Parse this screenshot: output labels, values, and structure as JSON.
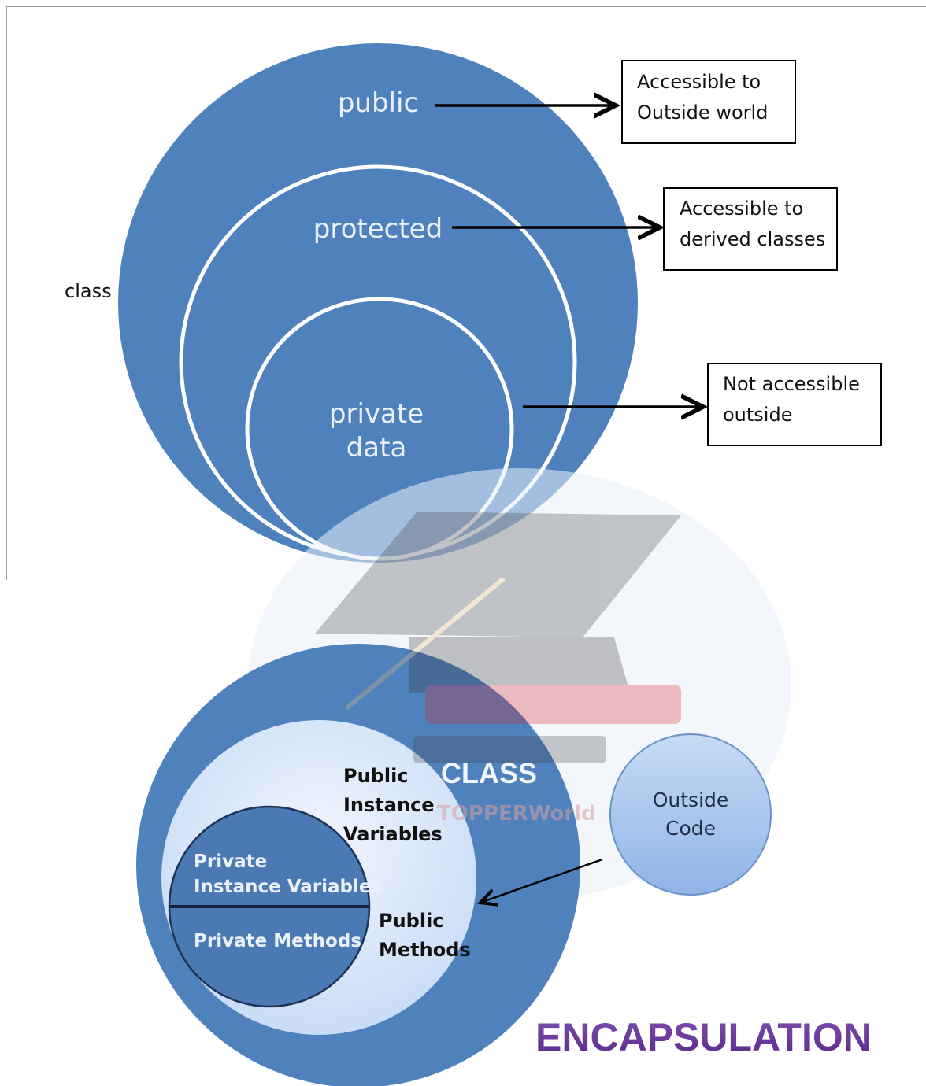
{
  "top_diagram": {
    "class_label": "class",
    "public_label": "public",
    "protected_label": "protected",
    "private_label_line1": "private",
    "private_label_line2": "data",
    "box_public_line1": "Accessible to",
    "box_public_line2": "Outside world",
    "box_protected_line1": "Accessible to",
    "box_protected_line2": "derived classes",
    "box_private_line1": "Not accessible",
    "box_private_line2": "outside"
  },
  "bottom_diagram": {
    "class_title": "CLASS",
    "public_vars_line1": "Public",
    "public_vars_line2": "Instance",
    "public_vars_line3": "Variables",
    "private_vars_line1": "Private",
    "private_vars_line2": "Instance Variables",
    "private_methods": "Private  Methods",
    "public_methods_line1": "Public",
    "public_methods_line2": "Methods",
    "outside_code_line1": "Outside",
    "outside_code_line2": "Code",
    "encapsulation_title": "ENCAPSULATION",
    "watermark_text": "TOPPERWorld"
  },
  "colors": {
    "circle_blue": "#4f81bd",
    "light_blue": "#dce8fa",
    "outside_blue": "#a9c6ee",
    "encapsulation_purple": "#6a3a9c"
  }
}
